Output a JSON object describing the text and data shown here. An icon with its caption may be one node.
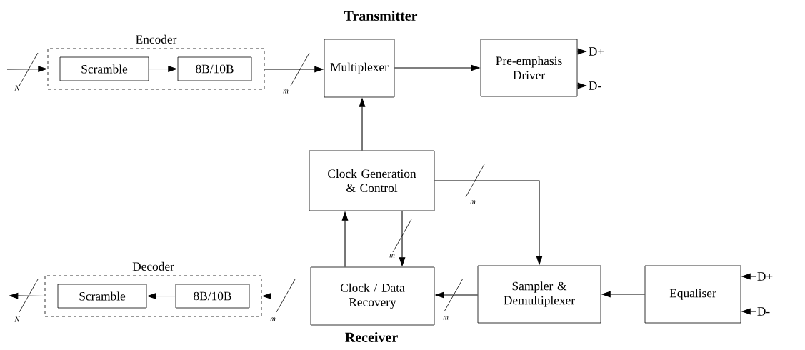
{
  "diagram": {
    "title": "Transmitter",
    "nodes": [
      {
        "text": [
          "Encoder"
        ]
      },
      {
        "text": [
          "Scramble"
        ],
        "in": 0
      },
      {
        "text": [
          "8B/10B"
        ],
        "in": 0
      },
      {
        "text": [
          "Multiplexer"
        ]
      },
      {
        "text": [
          "Pre-emphasis Driver"
        ]
      },
      {
        "text": [
          "D+"
        ]
      },
      {
        "text": [
          "D-"
        ]
      },
      {
        "text": [
          "Clock Generation & Control"
        ]
      },
      {
        "text": [
          "Decoder"
        ]
      },
      {
        "text": [
          "Scramble"
        ],
        "in": 8
      },
      {
        "text": [
          "8B/10B"
        ],
        "in": 8
      },
      {
        "text": [
          "Clock / Data Recovery"
        ]
      },
      {
        "text": [
          "Sampler & Demultiplexer"
        ]
      },
      {
        "text": [
          "Equaliser"
        ]
      },
      {
        "text": [
          "D+"
        ]
      },
      {
        "text": [
          "D-"
        ]
      }
    ],
    "edges": [
      {
        "from": null,
        "to": 0,
        "arrow": "to",
        "label": "N"
      },
      {
        "from": 1,
        "to": 2,
        "arrow": "to"
      },
      {
        "from": 0,
        "to": 3,
        "arrow": "to",
        "label": "m"
      },
      {
        "from": 3,
        "to": 4,
        "arrow": "to"
      },
      {
        "from": 4,
        "to": 5,
        "arrow": "to"
      },
      {
        "from": 4,
        "to": 6,
        "arrow": "to"
      },
      {
        "from": 7,
        "to": 3,
        "arrow": "to"
      },
      {
        "from": 7,
        "to": 12,
        "arrow": "to",
        "label": "m"
      },
      {
        "from": 7,
        "to": 11,
        "arrow": "to",
        "label": "m"
      },
      {
        "from": 11,
        "to": 7,
        "arrow": "to"
      },
      {
        "from": 11,
        "to": 8,
        "arrow": "to",
        "label": "m"
      },
      {
        "from": 10,
        "to": 9,
        "arrow": "to"
      },
      {
        "from": 8,
        "to": null,
        "arrow": "to",
        "label": "N"
      },
      {
        "from": 12,
        "to": 11,
        "arrow": "to",
        "label": "m"
      },
      {
        "from": 13,
        "to": 12,
        "arrow": "to"
      },
      {
        "from": 14,
        "to": 13,
        "arrow": "to"
      },
      {
        "from": 15,
        "to": 13,
        "arrow": "to"
      }
    ],
    "labels": [
      "Receiver"
    ]
  }
}
